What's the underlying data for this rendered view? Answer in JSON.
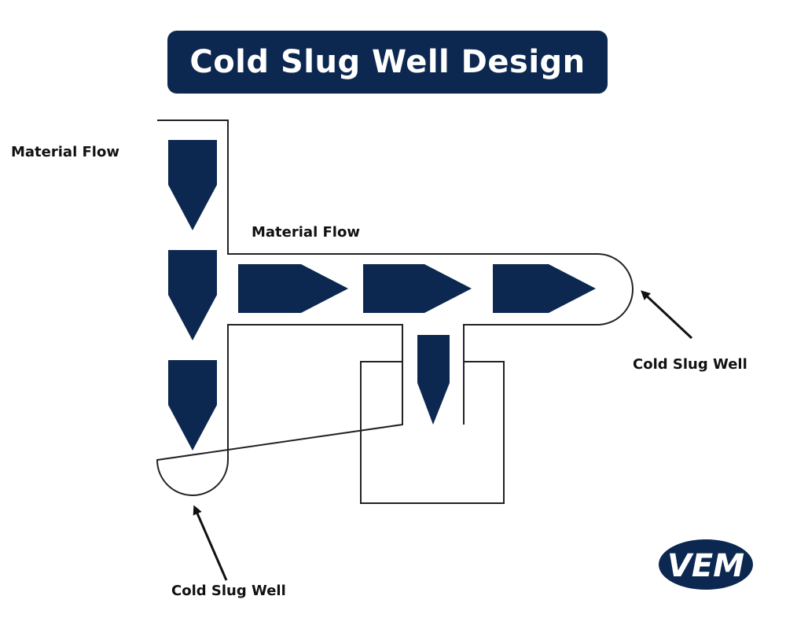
{
  "title": "Cold Slug Well Design",
  "labels": {
    "material_flow_vertical": "Material Flow",
    "material_flow_horizontal": "Material Flow",
    "cold_slug_well_right": "Cold Slug Well",
    "cold_slug_well_bottom": "Cold Slug Well"
  },
  "logo": {
    "text": "VEM"
  },
  "colors": {
    "navy": "#0c2850",
    "outline": "#222222",
    "text": "#111111",
    "background": "#ffffff"
  },
  "icons": {
    "flow_arrow": "pentagon-arrow",
    "pointer": "arrow"
  }
}
